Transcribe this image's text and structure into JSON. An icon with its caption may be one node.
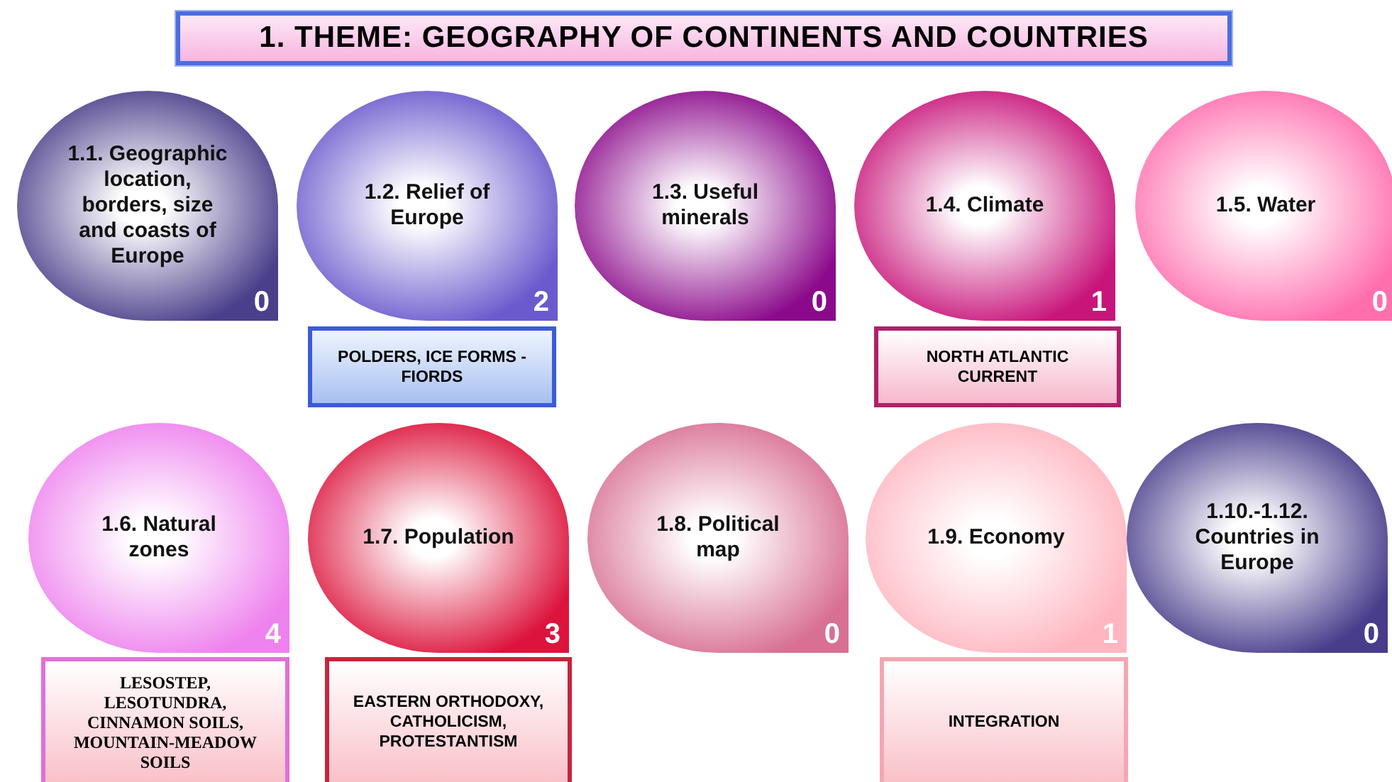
{
  "diagram": {
    "title": "1. THEME: GEOGRAPHY OF CONTINENTS AND COUNTRIES",
    "nodes": [
      {
        "text": [
          "1.1. Geographic location, borders, size and coasts of Europe",
          "0"
        ]
      },
      {
        "text": [
          "1.2. Relief of Europe",
          "2"
        ]
      },
      {
        "text": [
          "1.3. Useful minerals",
          "0"
        ]
      },
      {
        "text": [
          "1.4. Climate",
          "1"
        ]
      },
      {
        "text": [
          "1.5. Water",
          "0"
        ]
      },
      {
        "text": [
          "POLDERS, ICE FORMS - FIORDS"
        ]
      },
      {
        "text": [
          "NORTH ATLANTIC CURRENT"
        ]
      },
      {
        "text": [
          "1.6. Natural zones",
          "4"
        ]
      },
      {
        "text": [
          "1.7. Population",
          "3"
        ]
      },
      {
        "text": [
          "1.8. Political map",
          "0"
        ]
      },
      {
        "text": [
          "1.9. Economy",
          "1"
        ]
      },
      {
        "text": [
          "1.10.-1.12. Countries in Europe",
          "0"
        ]
      },
      {
        "text": [
          "LESOSTEP, LESOTUNDRA, CINNAMON SOILS, MOUNTAIN-MEADOW SOILS"
        ]
      },
      {
        "text": [
          "EASTERN ORTHODOXY, CATHOLICISM, PROTESTANTISM"
        ]
      },
      {
        "text": [
          "INTEGRATION"
        ]
      }
    ],
    "edges": []
  }
}
